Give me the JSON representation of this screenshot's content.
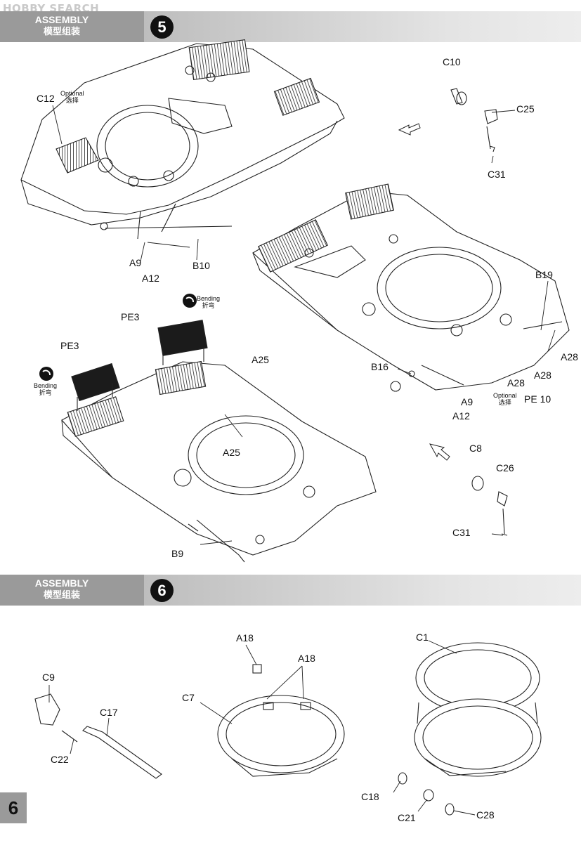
{
  "watermark": "HOBBY SEARCH",
  "step5": {
    "header_en": "ASSEMBLY",
    "header_zh": "模型组装",
    "number": "5"
  },
  "step6": {
    "header_en": "ASSEMBLY",
    "header_zh": "模型组装",
    "number": "6"
  },
  "page_number": "6",
  "notes": {
    "optional_en": "Optional",
    "optional_zh": "选择",
    "bending_en": "Bending",
    "bending_zh": "折弯"
  },
  "labels": {
    "c12": "C12",
    "a9": "A9",
    "a12": "A12",
    "b10": "B10",
    "c10": "C10",
    "c25": "C25",
    "c31_top": "C31",
    "b19": "B19",
    "a28_a": "A28",
    "a28_b": "A28",
    "a28_c": "A28",
    "b16": "B16",
    "a9_r": "A9",
    "a12_r": "A12",
    "pe10": "PE 10",
    "pe3_a": "PE3",
    "pe3_b": "PE3",
    "a25_a": "A25",
    "a25_b": "A25",
    "b9": "B9",
    "c8": "C8",
    "c26": "C26",
    "c31_bot": "C31",
    "c9": "C9",
    "c17": "C17",
    "c22": "C22",
    "a18_a": "A18",
    "a18_b": "A18",
    "c7": "C7",
    "c1": "C1",
    "c18": "C18",
    "c21": "C21",
    "c28": "C28"
  }
}
